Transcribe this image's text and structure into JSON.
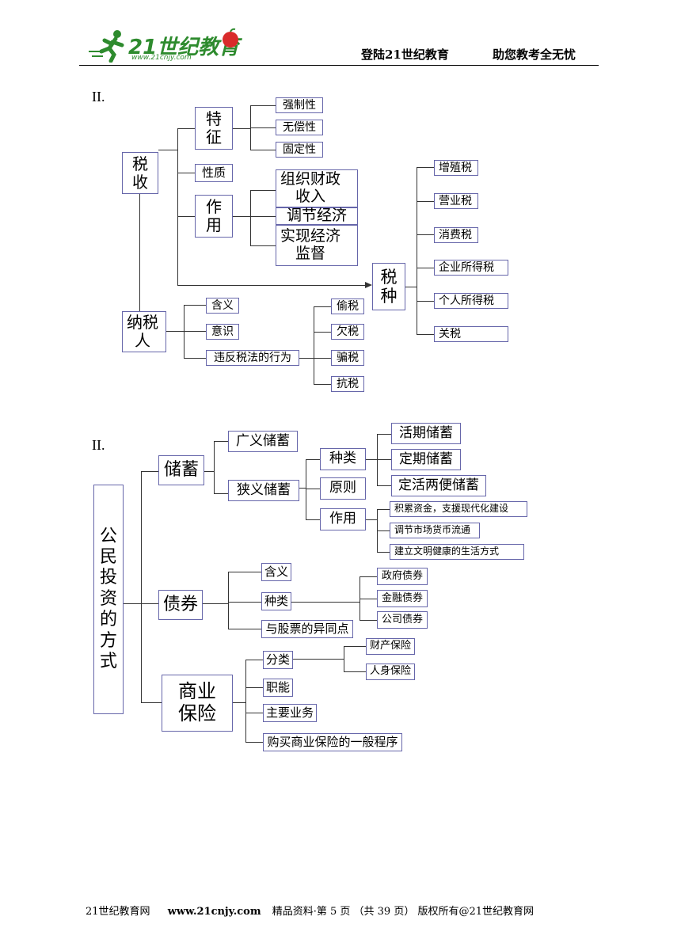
{
  "header": {
    "logo_text": "21世纪教育",
    "logo_url_text": "www.21cnjy.com",
    "slogan_left": "登陆21世纪教育",
    "slogan_right": "助您教考全无忧"
  },
  "diagram1": {
    "label": "II.",
    "root": "税\n收",
    "feature": "特\n征",
    "feature_items": [
      "强制性",
      "无偿性",
      "固定性"
    ],
    "nature": "性质",
    "role": "作\n用",
    "role_items": [
      "组织财政\n收入",
      "调节经济",
      "实现经济\n监督"
    ],
    "tax_types": "税\n种",
    "tax_type_items": [
      "增殖税",
      "营业税",
      "消费税",
      "企业所得税",
      "个人所得税",
      "关税"
    ],
    "taxpayer": "纳税\n人",
    "taxpayer_items": [
      "含义",
      "意识",
      "违反税法的行为"
    ],
    "violation_items": [
      "偷税",
      "欠税",
      "骗税",
      "抗税"
    ]
  },
  "diagram2": {
    "label": "II.",
    "root": "公\n民\n投\n资\n的\n方\n式",
    "savings": "储蓄",
    "savings_broad": "广义储蓄",
    "savings_narrow": "狭义储蓄",
    "narrow_items": [
      "种类",
      "原则",
      "作用"
    ],
    "kinds_items": [
      "活期储蓄",
      "定期储蓄",
      "定活两便储蓄"
    ],
    "function_items": [
      "积累资金，支援现代化建设",
      "调节市场货币流通",
      "建立文明健康的生活方式"
    ],
    "bonds": "债券",
    "bond_items": [
      "含义",
      "种类",
      "与股票的异同点"
    ],
    "bond_kinds": [
      "政府债券",
      "金融债券",
      "公司债券"
    ],
    "insurance": "商业\n保险",
    "insurance_items": [
      "分类",
      "职能",
      "主要业务",
      "购买商业保险的一般程序"
    ],
    "insurance_kinds": [
      "财产保险",
      "人身保险"
    ]
  },
  "footer": {
    "site": "21世纪教育网",
    "url": "www.21cnjy.com",
    "info": "精品资料·第 5 页 （共 39 页） 版权所有@21世纪教育网"
  }
}
